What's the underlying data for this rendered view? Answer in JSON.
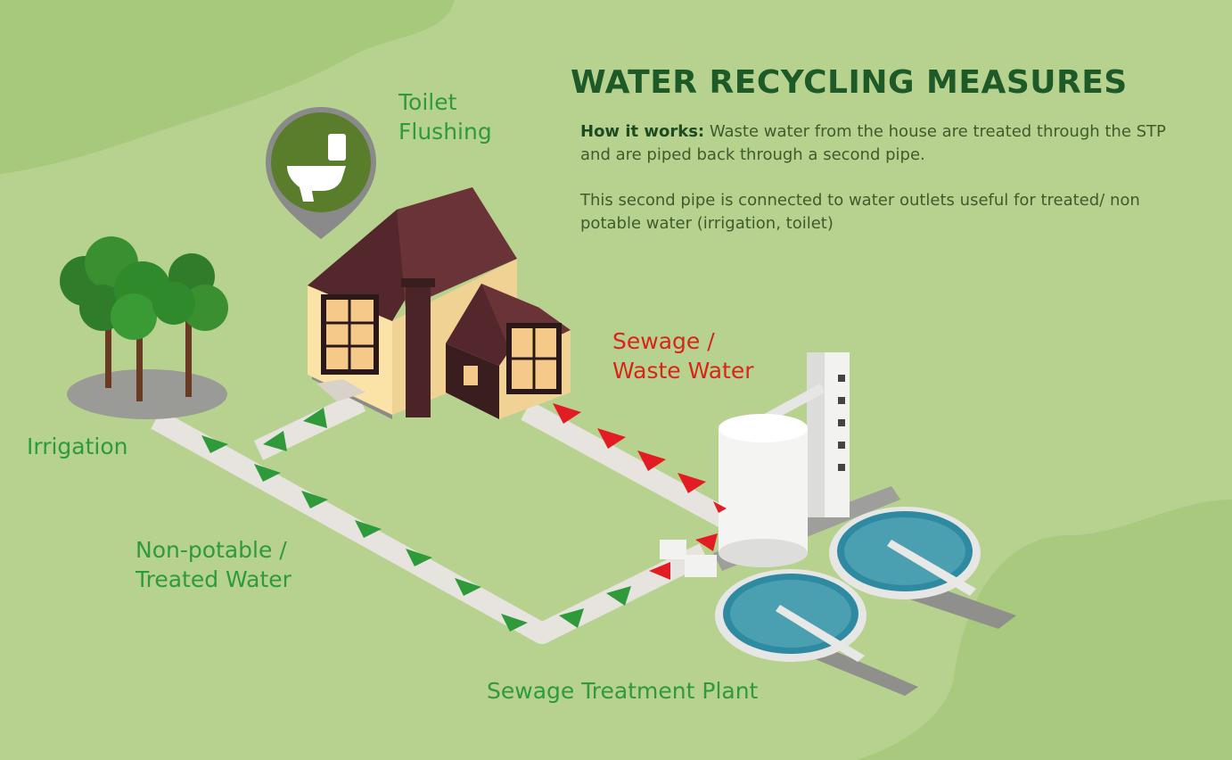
{
  "title": "WATER RECYCLING MEASURES",
  "how_it_works": {
    "label": "How it works:",
    "text": "Waste water from the house are treated through the STP and are piped back through a second pipe."
  },
  "second_paragraph": "This second pipe is connected to water outlets useful for treated/ non potable water (irrigation, toilet)",
  "labels": {
    "toilet_line1": "Toilet",
    "toilet_line2": "Flushing",
    "sewage_line1": "Sewage /",
    "sewage_line2": "Waste Water",
    "irrigation": "Irrigation",
    "nonpotable_line1": "Non-potable /",
    "nonpotable_line2": "Treated Water",
    "stp": "Sewage Treatment Plant"
  },
  "colors": {
    "background": "#b7d28f",
    "title": "#1e5a28",
    "label_green": "#2e9a3a",
    "label_red": "#d9231d",
    "treated_arrow": "#2e9a3a",
    "sewage_arrow": "#e31b23"
  },
  "icons": {
    "toilet_pin": "toilet-pin-icon"
  }
}
